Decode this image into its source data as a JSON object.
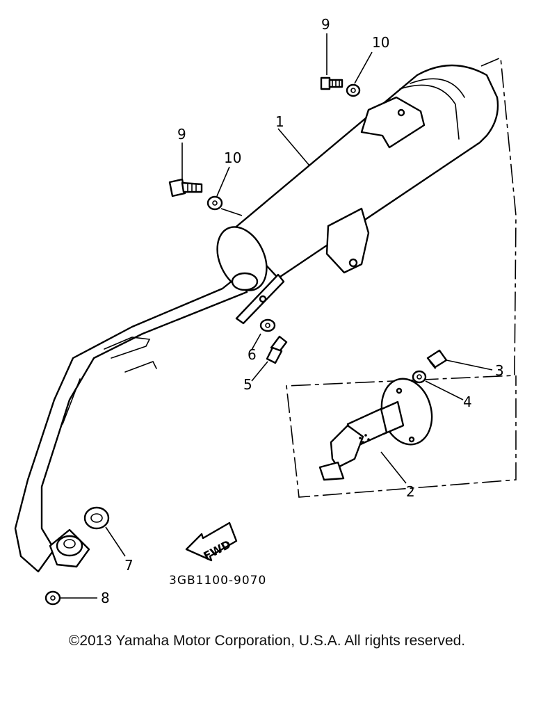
{
  "callouts": {
    "c1": "1",
    "c2": "2",
    "c3": "3",
    "c4": "4",
    "c5": "5",
    "c6": "6",
    "c7": "7",
    "c8": "8",
    "c9_top": "9",
    "c9_left": "9",
    "c10_top": "10",
    "c10_left": "10"
  },
  "arrow_label": "FWD",
  "diagram_code": "3GB1100-9070",
  "copyright": "©2013 Yamaha Motor Corporation, U.S.A. All rights reserved."
}
